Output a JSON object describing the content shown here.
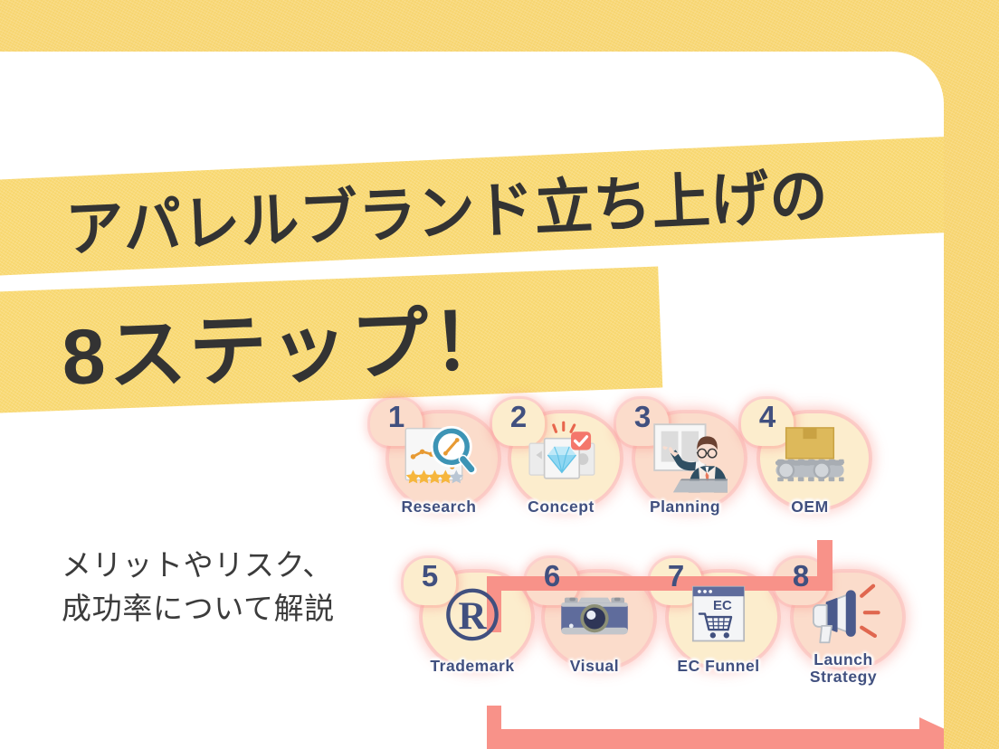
{
  "theme": {
    "frame_yellow": "#f6d36a",
    "banner_yellow": "#f8d76e",
    "card_white": "#ffffff",
    "navy": "#41507f",
    "salmon": "#f89289",
    "peach_tint": "#fbdccb",
    "cream_tint": "#fcedcd",
    "text_dark": "#333333"
  },
  "title": {
    "line1": "アパレルブランド立ち上げの",
    "line2": "8ステップ！"
  },
  "subtitle": {
    "line1": "メリットやリスク、",
    "line2": "成功率について解説"
  },
  "steps": [
    {
      "number": "1",
      "label": "Research",
      "icon": "chart-magnifier-icon",
      "tint": "peach"
    },
    {
      "number": "2",
      "label": "Concept",
      "icon": "diamond-card-icon",
      "tint": "cream"
    },
    {
      "number": "3",
      "label": "Planning",
      "icon": "presenter-icon",
      "tint": "peach"
    },
    {
      "number": "4",
      "label": "OEM",
      "icon": "conveyor-box-icon",
      "tint": "cream"
    },
    {
      "number": "5",
      "label": "Trademark",
      "icon": "registered-mark-icon",
      "tint": "cream"
    },
    {
      "number": "6",
      "label": "Visual",
      "icon": "camera-icon",
      "tint": "peach"
    },
    {
      "number": "7",
      "label": "EC Funnel",
      "icon": "ec-cart-browser-icon",
      "tint": "cream"
    },
    {
      "number": "8",
      "label": "Launch\nStrategy",
      "icon": "megaphone-icon",
      "tint": "peach"
    }
  ],
  "flow": {
    "direction": "left-to-right then wrap to second row, ending with right arrow"
  }
}
